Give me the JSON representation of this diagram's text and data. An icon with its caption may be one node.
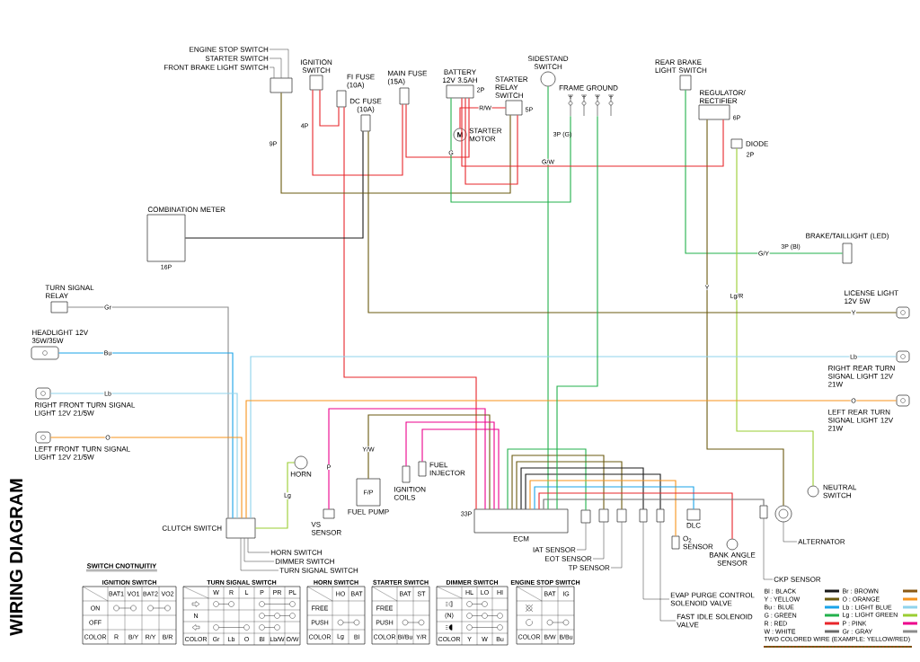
{
  "diagram": {
    "title": "WIRING DIAGRAM",
    "nodes": [
      {
        "text": [
          "ENGINE STOP SWITCH"
        ]
      },
      {
        "text": [
          "STARTER SWITCH"
        ]
      },
      {
        "text": [
          "FRONT BRAKE LIGHT SWITCH"
        ]
      },
      {
        "text": [],
        "shape": "box"
      },
      {
        "text": [
          "IGNITION SWITCH"
        ]
      },
      {
        "text": [
          "FI FUSE (10A)"
        ]
      },
      {
        "text": [
          "DC FUSE (10A)"
        ]
      },
      {
        "text": [
          "MAIN FUSE (15A)"
        ]
      },
      {
        "text": [
          "BATTERY 12V 3.5AH"
        ],
        "beside": [
          "2P"
        ]
      },
      {
        "text": [
          "M",
          "STARTER MOTOR"
        ]
      },
      {
        "text": [
          "STARTER RELAY SWITCH"
        ],
        "beside": [
          "5P"
        ]
      },
      {
        "text": [
          "SIDESTAND SWITCH"
        ]
      },
      {
        "text": [
          "FRAME GROUND"
        ]
      },
      {
        "text": [
          "REAR BRAKE LIGHT SWITCH"
        ]
      },
      {
        "text": [
          "REGULATOR/ RECTIFIER"
        ],
        "beside": [
          "6P"
        ]
      },
      {
        "text": [
          "DIODE"
        ]
      },
      {
        "text": [
          "COMBINATION METER"
        ],
        "beside": [
          "16P"
        ]
      },
      {
        "text": [
          "TURN SIGNAL RELAY"
        ]
      },
      {
        "text": [
          "HEADLIGHT 12V 35W/35W"
        ]
      },
      {
        "text": [
          "RIGHT FRONT TURN SIGNAL LIGHT 12V 21/5W"
        ]
      },
      {
        "text": [
          "LEFT FRONT TURN SIGNAL LIGHT 12V 21/5W"
        ]
      },
      {
        "text": [
          "BRAKE/TAILLIGHT (LED)"
        ]
      },
      {
        "text": [
          "LICENSE LIGHT 12V 5W"
        ]
      },
      {
        "text": [
          "RIGHT REAR TURN SIGNAL LIGHT 12V 21W"
        ]
      },
      {
        "text": [
          "LEFT REAR TURN SIGNAL LIGHT 12V 21W"
        ]
      },
      {
        "text": [
          "HORN"
        ]
      },
      {
        "text": [
          "VS SENSOR"
        ]
      },
      {
        "text": [
          "F/P",
          "FUEL PUMP"
        ]
      },
      {
        "text": [
          "IGNITION COILS"
        ]
      },
      {
        "text": [
          "FUEL INJECTOR"
        ]
      },
      {
        "text": [
          "ECM"
        ],
        "beside": [
          "33P"
        ]
      },
      {
        "text": [
          "IAT SENSOR"
        ]
      },
      {
        "text": [],
        "shape": "box"
      },
      {
        "text": [
          "EOT SENSOR"
        ]
      },
      {
        "text": [],
        "shape": "box"
      },
      {
        "text": [
          "TP SENSOR"
        ]
      },
      {
        "text": [],
        "shape": "box"
      },
      {
        "text": [
          "EVAP PURGE CONTROL SOLENOID VALVE"
        ]
      },
      {
        "text": [],
        "shape": "box"
      },
      {
        "text": [
          "FAST IDLE SOLENOID VALVE"
        ]
      },
      {
        "text": [],
        "shape": "box"
      },
      {
        "text": [
          "O$_{2}$ SENSOR"
        ]
      },
      {
        "text": [
          "DLC"
        ]
      },
      {
        "text": [
          "BANK ANGLE SENSOR"
        ]
      },
      {
        "text": [
          "ALTERNATOR"
        ]
      },
      {
        "text": [],
        "shape": "circle"
      },
      {
        "text": [
          "CKP SENSOR"
        ]
      },
      {
        "text": [],
        "shape": "box"
      },
      {
        "text": [
          "NEUTRAL SWITCH"
        ]
      },
      {
        "text": [
          "CLUTCH SWITCH"
        ]
      },
      {
        "text": [
          "HORN SWITCH"
        ]
      },
      {
        "text": [
          "DIMMER SWITCH"
        ]
      },
      {
        "text": [
          "TURN SIGNAL SWITCH"
        ]
      }
    ],
    "edges": [
      {
        "from": 0,
        "to": 3,
        "arrow": "none"
      },
      {
        "from": 1,
        "to": 3,
        "arrow": "none"
      },
      {
        "from": 2,
        "to": 3,
        "arrow": "none"
      },
      {
        "from": 8,
        "to": 7,
        "arrow": "none",
        "color": "#e8262b"
      },
      {
        "from": 7,
        "to": 4,
        "arrow": "none",
        "color": "#e8262b"
      },
      {
        "from": 4,
        "to": 5,
        "arrow": "none",
        "color": "#e8262b"
      },
      {
        "from": 5,
        "to": 30,
        "arrow": "none",
        "color": "#e8262b"
      },
      {
        "from": 6,
        "to": 16,
        "arrow": "none",
        "color": "#1a1a1a"
      },
      {
        "from": 3,
        "to": 10,
        "arrow": "none",
        "color": "#6b5a10"
      },
      {
        "from": 8,
        "to": 10,
        "arrow": "none",
        "color": "#e8262b"
      },
      {
        "from": 10,
        "to": 9,
        "label": "R/W",
        "arrow": "none",
        "color": "#e8262b"
      },
      {
        "from": 8,
        "to": 12,
        "label": "G",
        "arrow": "none",
        "color": "#22b14c"
      },
      {
        "from": 11,
        "to": 30,
        "label": "G/W",
        "arrow": "none",
        "color": "#22b14c"
      },
      {
        "from": 13,
        "to": 21,
        "label": "G/Y",
        "arrow": "none",
        "color": "#22b14c"
      },
      {
        "from": 14,
        "to": 45,
        "label": "Y",
        "arrow": "none",
        "color": "#6b5a10"
      },
      {
        "from": 14,
        "to": 8,
        "arrow": "none",
        "color": "#e8262b"
      },
      {
        "from": 15,
        "to": 48,
        "label": "Lg/R",
        "arrow": "none",
        "color": "#9acd32"
      },
      {
        "from": 17,
        "to": 49,
        "label": "Gr",
        "arrow": "none",
        "color": "#8c8c8c"
      },
      {
        "from": 18,
        "to": 49,
        "label": "Bu",
        "arrow": "none",
        "color": "#1aa3e8"
      },
      {
        "from": 19,
        "to": 49,
        "label": "Lb",
        "arrow": "none",
        "color": "#8fd3ec"
      },
      {
        "from": 20,
        "to": 49,
        "label": "O",
        "arrow": "none",
        "color": "#f7941d"
      },
      {
        "from": 49,
        "to": 23,
        "label": "Lb",
        "arrow": "none",
        "color": "#8fd3ec"
      },
      {
        "from": 49,
        "to": 24,
        "label": "O",
        "arrow": "none",
        "color": "#f7941d"
      },
      {
        "from": 49,
        "to": 25,
        "label": "Lg",
        "arrow": "none",
        "color": "#9acd32"
      },
      {
        "from": 6,
        "to": 22,
        "label": "Y",
        "arrow": "none",
        "color": "#6b5a10"
      },
      {
        "from": 26,
        "to": 30,
        "label": "P",
        "arrow": "none",
        "color": "#ec008c"
      },
      {
        "from": 27,
        "to": 30,
        "label": "Y/W",
        "arrow": "none",
        "color": "#6b5a10"
      },
      {
        "from": 28,
        "to": 30,
        "arrow": "none",
        "color": "#ec008c"
      },
      {
        "from": 29,
        "to": 30,
        "arrow": "none",
        "color": "#ec008c"
      },
      {
        "from": 32,
        "to": 30,
        "arrow": "none",
        "color": "#22b14c"
      },
      {
        "from": 34,
        "to": 30,
        "arrow": "none",
        "color": "#6b5a10"
      },
      {
        "from": 36,
        "to": 30,
        "arrow": "none",
        "color": "#6b5a10"
      },
      {
        "from": 38,
        "to": 30,
        "arrow": "none",
        "color": "#1a1a1a"
      },
      {
        "from": 40,
        "to": 30,
        "arrow": "none",
        "color": "#1a1a1a"
      },
      {
        "from": 41,
        "to": 30,
        "arrow": "none",
        "color": "#f7941d"
      },
      {
        "from": 42,
        "to": 30,
        "arrow": "none",
        "color": "#1aa3e8"
      },
      {
        "from": 43,
        "to": 30,
        "arrow": "none",
        "color": "#e8262b"
      },
      {
        "from": 47,
        "to": 30,
        "arrow": "none",
        "color": "#6d6d6d"
      },
      {
        "from": 12,
        "to": 30,
        "arrow": "none",
        "color": "#22b14c"
      },
      {
        "from": 31,
        "to": 32,
        "arrow": "none"
      },
      {
        "from": 33,
        "to": 34,
        "arrow": "none"
      },
      {
        "from": 35,
        "to": 36,
        "arrow": "none"
      },
      {
        "from": 37,
        "to": 38,
        "arrow": "none"
      },
      {
        "from": 39,
        "to": 40,
        "arrow": "none"
      },
      {
        "from": 44,
        "to": 45,
        "arrow": "none"
      },
      {
        "from": 46,
        "to": 47,
        "arrow": "none"
      },
      {
        "from": 50,
        "to": 49,
        "arrow": "none"
      },
      {
        "from": 51,
        "to": 49,
        "arrow": "none"
      },
      {
        "from": 52,
        "to": 49,
        "arrow": "none"
      }
    ],
    "labels": [
      "SWITCH CNOTNUITIY",
      "IGNITION SWITCH",
      "BAT1",
      "VO1",
      "BAT2",
      "VO2",
      "ON",
      "OFF",
      "COLOR",
      "R",
      "B/Y",
      "R/Y",
      "B/R",
      "TURN SIGNAL SWITCH",
      "W",
      "R",
      "L",
      "P",
      "PR",
      "PL",
      "N",
      "COLOR",
      "Gr",
      "Lb",
      "O",
      "Bl",
      "Lb/W",
      "O/W",
      "HORN SWITCH",
      "HO",
      "BAT",
      "FREE",
      "PUSH",
      "COLOR",
      "Lg",
      "Bl",
      "STARTER SWITCH",
      "BAT",
      "ST",
      "FREE",
      "PUSH",
      "COLOR",
      "Bl/Bu",
      "Y/R",
      "DIMMER SWITCH",
      "HL",
      "LO",
      "HI",
      "(N)",
      "COLOR",
      "Y",
      "W",
      "Bu",
      "ENGINE STOP SWITCH",
      "BAT",
      "IG",
      "COLOR",
      "B/W",
      "B/Bu",
      "9P",
      "4P",
      "3P (G)",
      "2P",
      "3P (Bl)"
    ],
    "legend": [
      {
        "text": "Bl : BLACK",
        "color": "#1a1a1a"
      },
      {
        "text": "Br : BROWN",
        "color": "#8b5a14"
      },
      {
        "text": "Y : YELLOW",
        "color": "#6b5a10"
      },
      {
        "text": "O : ORANGE",
        "color": "#f7941d"
      },
      {
        "text": "Bu : BLUE",
        "color": "#1aa3e8"
      },
      {
        "text": "Lb : LIGHT BLUE",
        "color": "#8fd3ec"
      },
      {
        "text": "G : GREEN",
        "color": "#22b14c"
      },
      {
        "text": "Lg : LIGHT GREEN",
        "color": "#9acd32"
      },
      {
        "text": "R : RED",
        "color": "#e8262b"
      },
      {
        "text": "P : PINK",
        "color": "#ec008c"
      },
      {
        "text": "W : WHITE",
        "color": "#6d6d6d"
      },
      {
        "text": "Gr : GRAY",
        "color": "#8c8c8c"
      },
      {
        "text": "TWO COLORED WIRE (EXAMPLE: YELLOW/RED)"
      }
    ]
  }
}
